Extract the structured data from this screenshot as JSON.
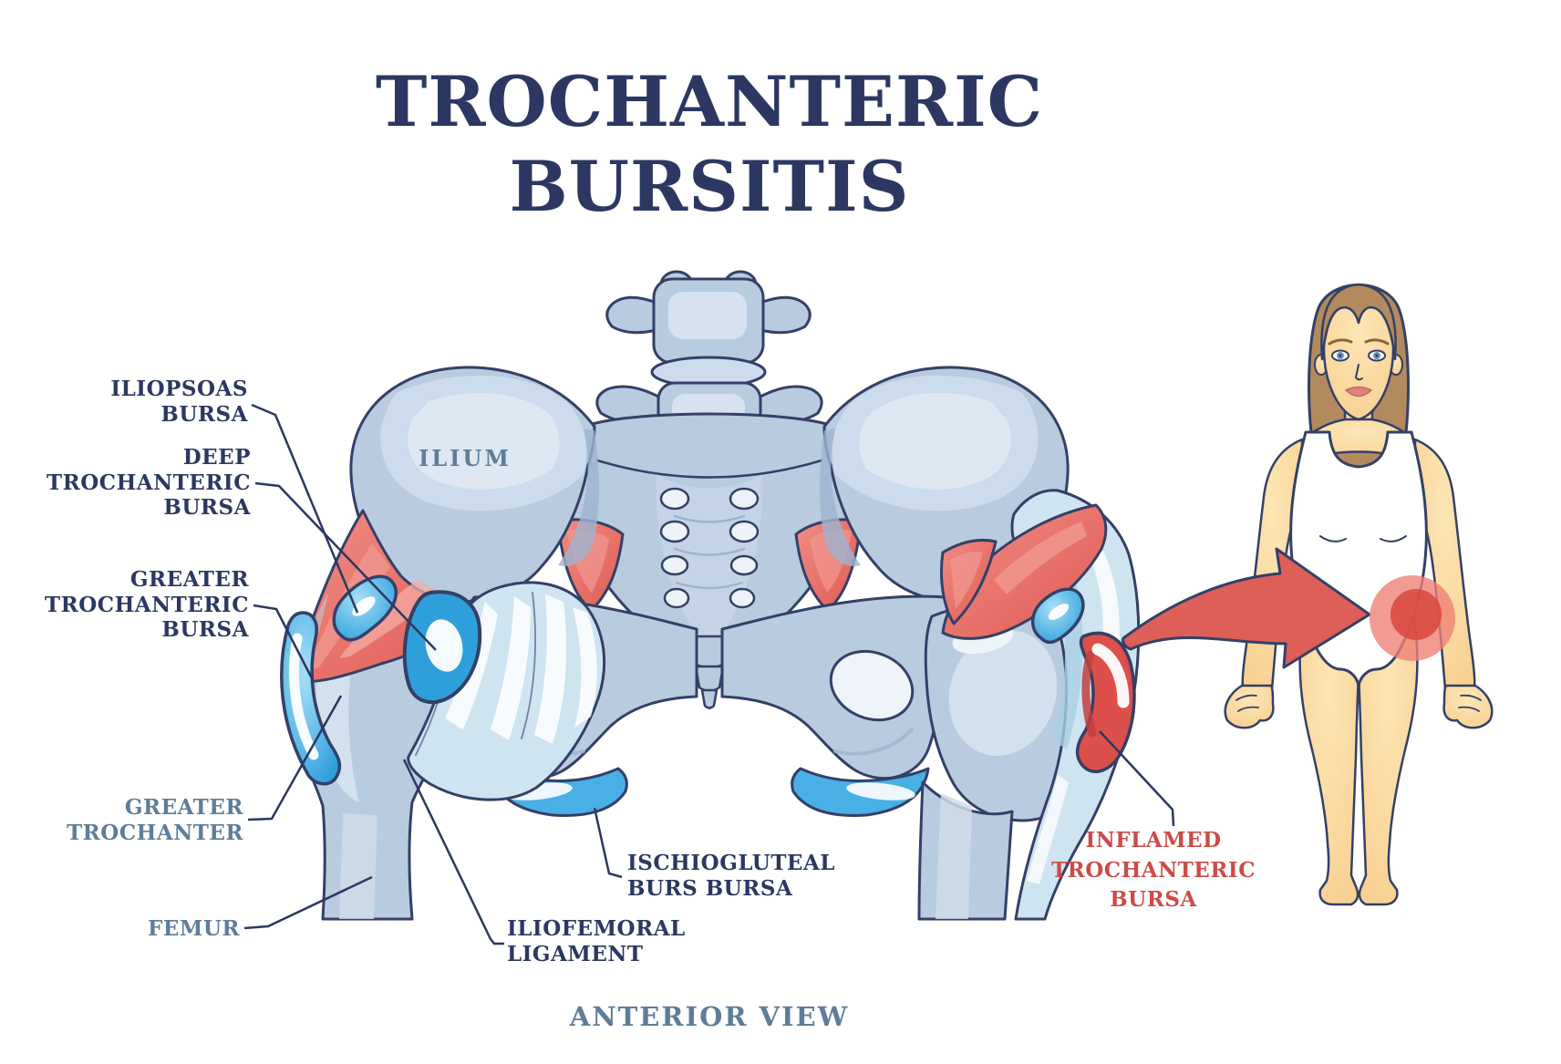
{
  "title": "TROCHANTERIC\nBURSITIS",
  "labels": {
    "iliopsoas_bursa": "ILIOPSOAS\nBURSA",
    "deep_trochanteric_bursa": "DEEP\nTROCHANTERIC\nBURSA",
    "greater_trochanteric_bursa": "GREATER\nTROCHANTERIC\nBURSA",
    "greater_trochanter": "GREATER\nTROCHANTER",
    "femur": "FEMUR",
    "ilium": "ILIUM",
    "ischiogluteal_bursa": "ISCHIOGLUTEAL\nBURS BURSA",
    "iliofemoral_ligament": "ILIOFEMORAL\nLIGAMENT",
    "inflamed_trochanteric_bursa": "INFLAMED\nTROCHANTERIC\nBURSA",
    "anterior_view": "ANTERIOR VIEW"
  },
  "colors": {
    "title_navy": "#2c3862",
    "slate_label": "#5e7d99",
    "red_label": "#cc4b49",
    "bone": "#b9cbdf",
    "muscle_red": "#e4625c",
    "bursa_blue": "#2f9fdc",
    "ligament_blue": "#cfe4f1",
    "inflamed_red": "#dc4f4a",
    "skin": "#f9d69b",
    "hair_brown": "#b28a5d",
    "arrow_red": "#dd5f57"
  }
}
